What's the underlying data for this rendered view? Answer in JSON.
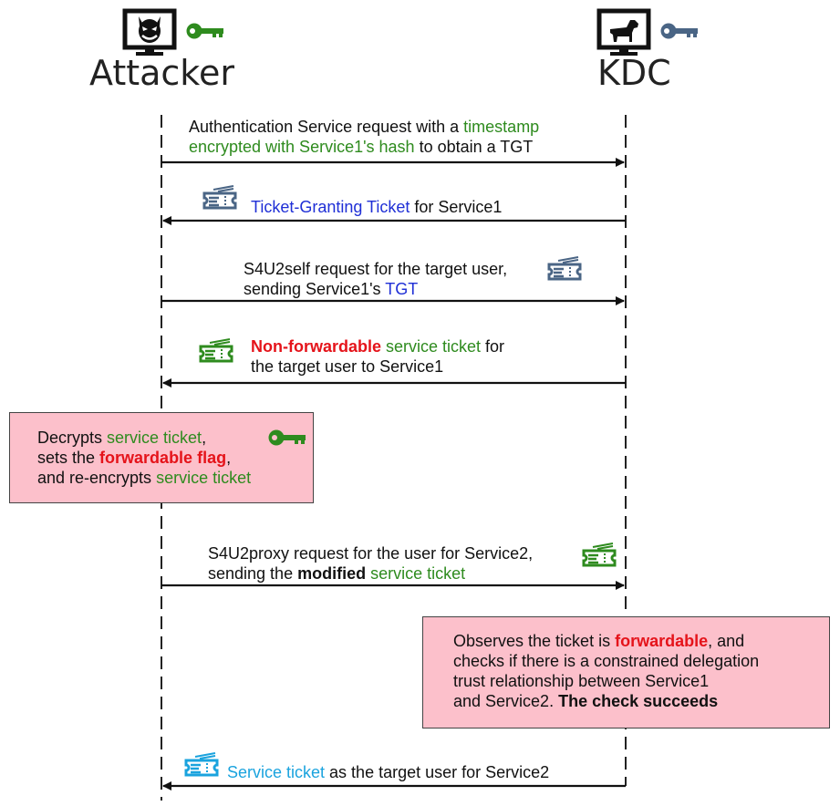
{
  "actors": {
    "attacker": {
      "label": "Attacker",
      "icon": "devil-monitor-icon",
      "key_color": "#2e8b1e"
    },
    "kdc": {
      "label": "KDC",
      "icon": "dog-monitor-icon",
      "key_color": "#4a6585"
    }
  },
  "colors": {
    "green": "#2e8b1e",
    "blue": "#1f2fd6",
    "cyan": "#1aa3de",
    "red": "#e5131a",
    "ticket_slate": "#4a6585",
    "note_fill": "#fcc0cb"
  },
  "messages": {
    "m1": {
      "line1_a": "Authentication Service request with a ",
      "line1_b": "timestamp",
      "line2_a": "encrypted with Service1's hash",
      "line2_b": " to obtain a TGT"
    },
    "m2": {
      "a": "Ticket-Granting Ticket",
      "b": " for Service1"
    },
    "m3": {
      "line1": "S4U2self request for the target user,",
      "line2_a": "sending Service1's ",
      "line2_b": "TGT"
    },
    "m4": {
      "line1_a": "Non-forwardable",
      "line1_b": " service ticket",
      "line1_c": " for",
      "line2": "the target user to Service1"
    },
    "m5": {
      "line1_a": "S4U2proxy request for the user for Service2,",
      "line2_a": "sending the ",
      "line2_b": "modified",
      "line2_c": " service ticket"
    },
    "m6": {
      "a": "Service ticket",
      "b": " as the target user for Service2"
    }
  },
  "notes": {
    "attacker_note": {
      "line1_a": "Decrypts ",
      "line1_b": "service ticket",
      "line1_c": ",",
      "line2_a": "sets the ",
      "line2_b": "forwardable flag",
      "line2_c": ",",
      "line3_a": "and re-encrypts ",
      "line3_b": "service ticket"
    },
    "kdc_note": {
      "line1_a": "Observes the ticket is ",
      "line1_b": "forwardable",
      "line1_c": ", and",
      "line2": "checks if there is a constrained delegation",
      "line3": "trust relationship between Service1",
      "line4_a": "and Service2. ",
      "line4_b": "The check succeeds"
    }
  }
}
